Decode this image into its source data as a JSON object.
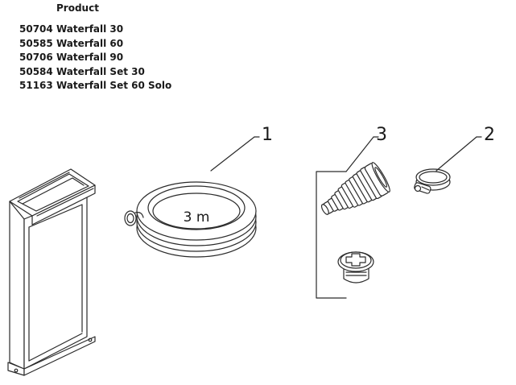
{
  "header": {
    "product_label": "Product"
  },
  "products": [
    {
      "code": "50704",
      "name": "Waterfall 30"
    },
    {
      "code": "50585",
      "name": "Waterfall 60"
    },
    {
      "code": "50706",
      "name": "Waterfall 90"
    },
    {
      "code": "50584",
      "name": "Waterfall Set 30"
    },
    {
      "code": "51163",
      "name": "Waterfall Set 60 Solo"
    }
  ],
  "diagram": {
    "callouts": [
      "1",
      "3",
      "2"
    ],
    "hose_length_label": "3 m",
    "parts": [
      "waterfall-unit",
      "hose-coil",
      "hose-connector",
      "threaded-plug",
      "hose-clamp"
    ]
  }
}
